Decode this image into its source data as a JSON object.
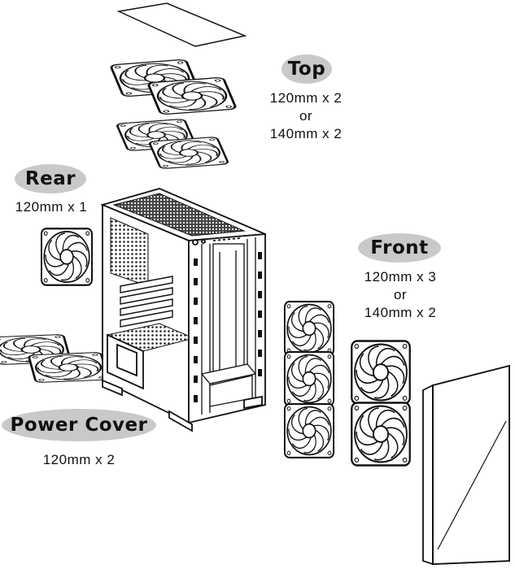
{
  "labels": {
    "top": {
      "title": "Top",
      "lines": [
        "120mm x 2",
        "or",
        "140mm x 2"
      ]
    },
    "rear": {
      "title": "Rear",
      "lines": [
        "120mm x 1"
      ]
    },
    "front": {
      "title": "Front",
      "lines": [
        "120mm x 3",
        "or",
        "140mm x 2"
      ]
    },
    "power_cover": {
      "title": "Power Cover",
      "lines": [
        "120mm x 2"
      ]
    }
  },
  "colors": {
    "label_bg": "#c9c9c9",
    "line": "#111111"
  }
}
